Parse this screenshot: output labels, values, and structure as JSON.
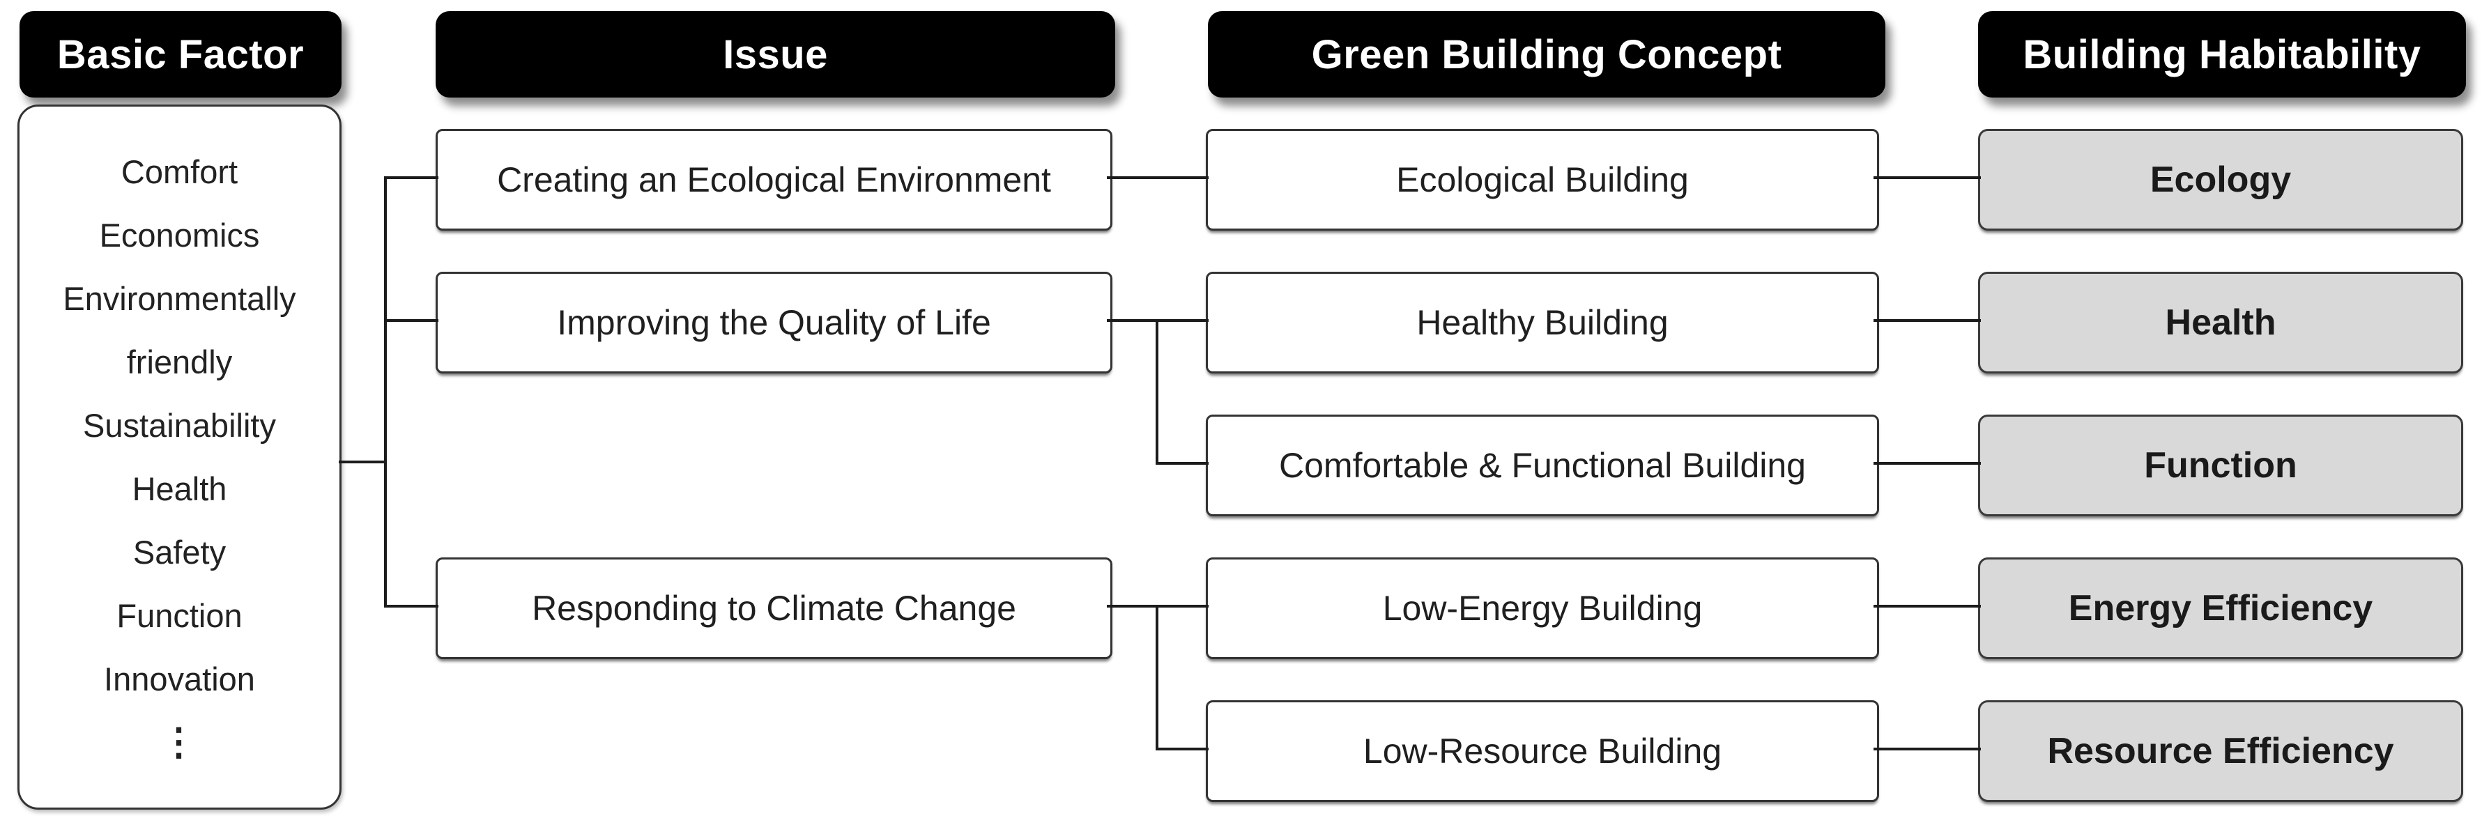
{
  "columns": {
    "basic_factor": {
      "header": "Basic Factor",
      "items": [
        "Comfort",
        "Economics",
        "Environmentally friendly",
        "Sustainability",
        "Health",
        "Safety",
        "Function",
        "Innovation"
      ],
      "ellipsis": "⋮"
    },
    "issue": {
      "header": "Issue",
      "boxes": [
        "Creating an Ecological Environment",
        "Improving the Quality of Life",
        "Responding to Climate Change"
      ]
    },
    "green_building_concept": {
      "header": "Green Building Concept",
      "boxes": [
        "Ecological Building",
        "Healthy Building",
        "Comfortable & Functional Building",
        "Low-Energy Building",
        "Low-Resource Building"
      ]
    },
    "building_habitability": {
      "header": "Building Habitability",
      "boxes": [
        "Ecology",
        "Health",
        "Function",
        "Energy Efficiency",
        "Resource Efficiency"
      ]
    }
  },
  "colors": {
    "header_bg": "#000000",
    "header_text": "#ffffff",
    "box_bg": "#ffffff",
    "box_border": "#333333",
    "gray_box_bg": "#d9d9d9",
    "connector": "#1c1c1c"
  }
}
